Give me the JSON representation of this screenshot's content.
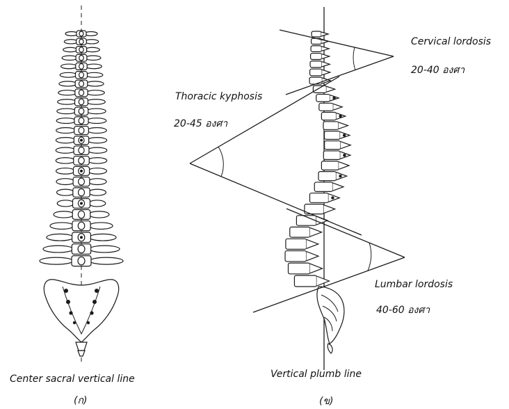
{
  "left_panel": {
    "line_label": "Center sacral vertical line",
    "panel_tag": "(ก)"
  },
  "right_panel": {
    "line_label": "Vertical plumb line",
    "panel_tag": "(ข)",
    "angles": {
      "cervical": {
        "name": "Cervical lordosis",
        "range": "20-40 องศา"
      },
      "thoracic": {
        "name": "Thoracic kyphosis",
        "range": "20-45 องศา"
      },
      "lumbar": {
        "name": "Lumbar lordosis",
        "range": "40-60 องศา"
      }
    }
  }
}
